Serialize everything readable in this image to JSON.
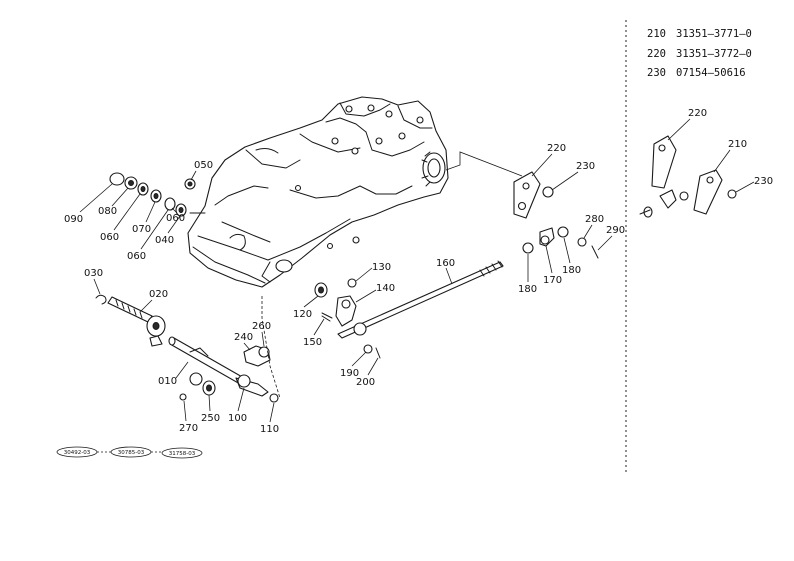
{
  "parts_table": [
    {
      "ref": "210",
      "part_no": "31351—3771—0"
    },
    {
      "ref": "220",
      "part_no": "31351—3772—0"
    },
    {
      "ref": "230",
      "part_no": "07154—50616"
    }
  ],
  "callouts": {
    "c090": "090",
    "c080": "080",
    "c060a": "060",
    "c070": "070",
    "c060b": "060",
    "c040": "040",
    "c060c": "060",
    "c050": "050",
    "c030": "030",
    "c020": "020",
    "c010": "010",
    "c240": "240",
    "c260": "260",
    "c250": "250",
    "c270": "270",
    "c100": "100",
    "c110": "110",
    "c120": "120",
    "c130": "130",
    "c140": "140",
    "c150": "150",
    "c160": "160",
    "c190": "190",
    "c200": "200",
    "c180a": "180",
    "c170": "170",
    "c180b": "180",
    "c280": "280",
    "c290": "290",
    "c220a": "220",
    "c230a": "230",
    "c220b": "220",
    "c210": "210",
    "c230b": "230"
  },
  "reference_codes": [
    "30492-03",
    "30785-03",
    "31758-03"
  ]
}
